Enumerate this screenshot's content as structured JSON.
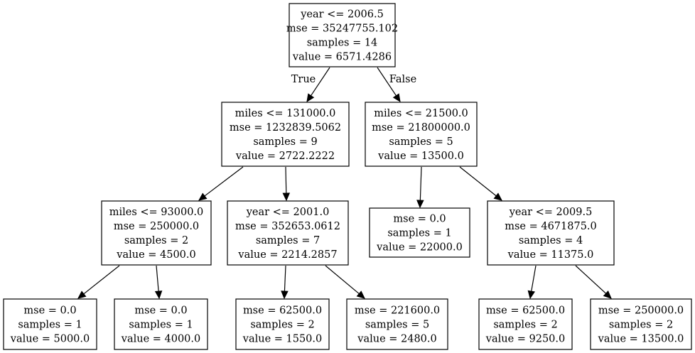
{
  "tree": {
    "nodes": [
      {
        "id": "n0",
        "lines": [
          "year <= 2006.5",
          "mse = 35247755.102",
          "samples = 14",
          "value = 6571.4286"
        ]
      },
      {
        "id": "n1",
        "lines": [
          "miles <= 131000.0",
          "mse = 1232839.5062",
          "samples = 9",
          "value = 2722.2222"
        ]
      },
      {
        "id": "n2",
        "lines": [
          "miles <= 21500.0",
          "mse = 21800000.0",
          "samples = 5",
          "value = 13500.0"
        ]
      },
      {
        "id": "n3",
        "lines": [
          "miles <= 93000.0",
          "mse = 250000.0",
          "samples = 2",
          "value = 4500.0"
        ]
      },
      {
        "id": "n4",
        "lines": [
          "year <= 2001.0",
          "mse = 352653.0612",
          "samples = 7",
          "value = 2214.2857"
        ]
      },
      {
        "id": "n5",
        "lines": [
          "mse = 0.0",
          "samples = 1",
          "value = 22000.0"
        ]
      },
      {
        "id": "n6",
        "lines": [
          "year <= 2009.5",
          "mse = 4671875.0",
          "samples = 4",
          "value = 11375.0"
        ]
      },
      {
        "id": "n7",
        "lines": [
          "mse = 0.0",
          "samples = 1",
          "value = 5000.0"
        ]
      },
      {
        "id": "n8",
        "lines": [
          "mse = 0.0",
          "samples = 1",
          "value = 4000.0"
        ]
      },
      {
        "id": "n9",
        "lines": [
          "mse = 62500.0",
          "samples = 2",
          "value = 1550.0"
        ]
      },
      {
        "id": "n10",
        "lines": [
          "mse = 221600.0",
          "samples = 5",
          "value = 2480.0"
        ]
      },
      {
        "id": "n11",
        "lines": [
          "mse = 62500.0",
          "samples = 2",
          "value = 9250.0"
        ]
      },
      {
        "id": "n12",
        "lines": [
          "mse = 250000.0",
          "samples = 2",
          "value = 13500.0"
        ]
      }
    ],
    "edges": [
      {
        "from": "n0",
        "to": "n1",
        "label": "True"
      },
      {
        "from": "n0",
        "to": "n2",
        "label": "False"
      },
      {
        "from": "n1",
        "to": "n3",
        "label": ""
      },
      {
        "from": "n1",
        "to": "n4",
        "label": ""
      },
      {
        "from": "n2",
        "to": "n5",
        "label": ""
      },
      {
        "from": "n2",
        "to": "n6",
        "label": ""
      },
      {
        "from": "n3",
        "to": "n7",
        "label": ""
      },
      {
        "from": "n3",
        "to": "n8",
        "label": ""
      },
      {
        "from": "n4",
        "to": "n9",
        "label": ""
      },
      {
        "from": "n4",
        "to": "n10",
        "label": ""
      },
      {
        "from": "n6",
        "to": "n11",
        "label": ""
      },
      {
        "from": "n6",
        "to": "n12",
        "label": ""
      }
    ]
  }
}
